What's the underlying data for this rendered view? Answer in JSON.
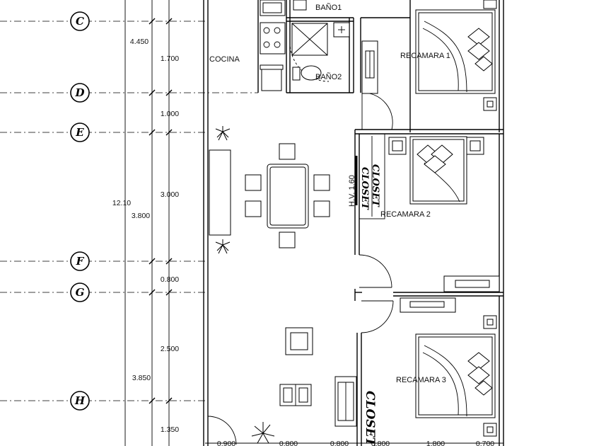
{
  "rooms": {
    "bano1": "BAÑO1",
    "bano2": "BAÑO2",
    "cocina": "COCINA",
    "recamara1": "RECAMARA 1",
    "recamara2": "RECAMARA 2",
    "recamara3": "RECAMARA 3"
  },
  "closets": {
    "closet_vertical": "CLOSET",
    "closet_vertical_mirrored": "CLOSET",
    "closet_bottom": "CLOSET"
  },
  "window_label": "H.V. 1.60",
  "axes": [
    "C",
    "D",
    "E",
    "F",
    "G",
    "H"
  ],
  "dimensions": {
    "left_outer": [
      "4.450",
      "12.10",
      "3.800",
      "3.850"
    ],
    "left_inner": [
      "1.700",
      "1.000",
      "3.000",
      "0.800",
      "2.500",
      "1.350"
    ],
    "bottom": [
      "0.900",
      "0.800",
      "0.800",
      "0.800",
      "1.800",
      "0.700"
    ]
  }
}
